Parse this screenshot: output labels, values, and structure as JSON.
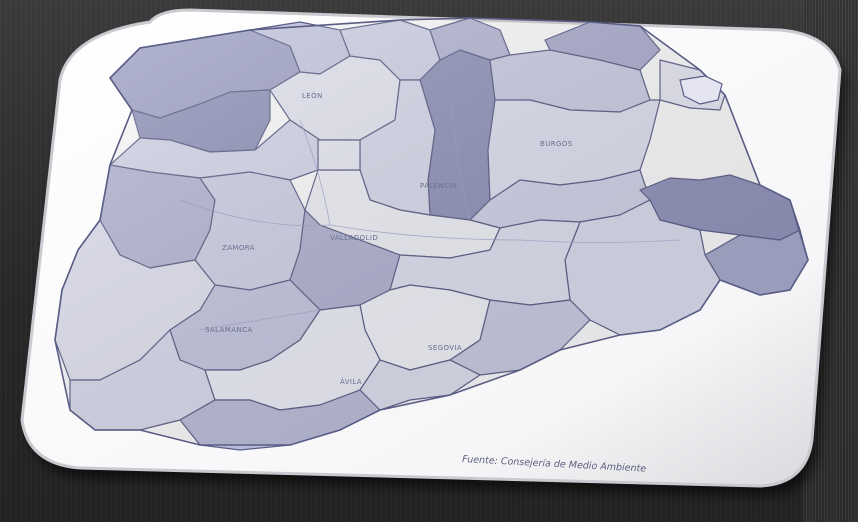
{
  "map": {
    "source_text": "Fuente: Consejería de Medio Ambiente",
    "labels": {
      "leon": "LEÓN",
      "palencia": "PALENCIA",
      "burgos": "BURGOS",
      "zamora": "ZAMORA",
      "valladolid": "VALLADOLID",
      "salamanca": "SALAMANCA",
      "segovia": "SEGOVIA",
      "avila": "ÁVILA"
    },
    "colors": {
      "card": "#ffffff",
      "light_region": "#dfe0ee",
      "mid_region": "#b9bbd6",
      "dark_region": "#8e91b8",
      "border": "#5a5d86"
    }
  }
}
